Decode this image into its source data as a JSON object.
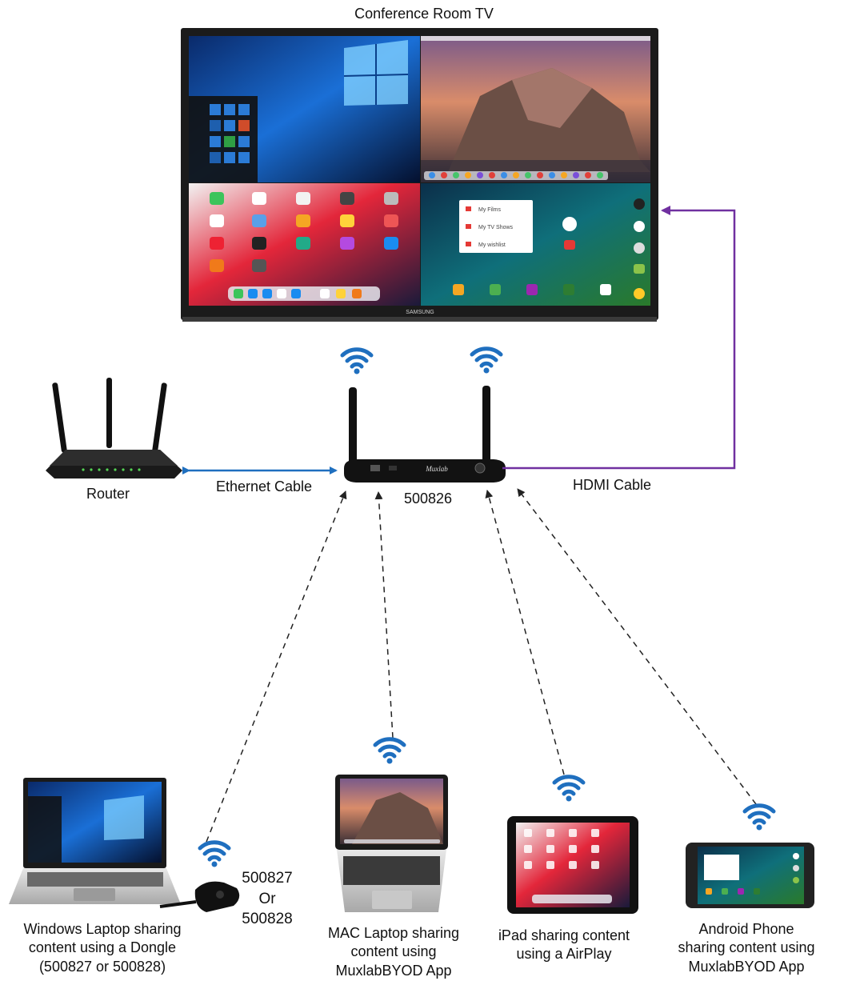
{
  "tv": {
    "title": "Conference Room TV",
    "brand": "SAMSUNG"
  },
  "android_menu": [
    "My Films",
    "My TV Shows",
    "My wishlist"
  ],
  "devices": {
    "router": "Router",
    "ethernet": "Ethernet Cable",
    "receiver_model": "500826",
    "receiver_brand": "Muxlab",
    "hdmi": "HDMI Cable",
    "dongle_models": [
      "500827",
      "Or",
      "500828"
    ]
  },
  "captions": {
    "windows": [
      "Windows Laptop sharing",
      "content using a Dongle",
      "(500827 or 500828)"
    ],
    "mac": [
      "MAC Laptop sharing",
      "content using",
      "MuxlabBYOD App"
    ],
    "ipad": [
      "iPad sharing content",
      "using a AirPlay"
    ],
    "android": [
      "Android Phone",
      "sharing content using",
      "MuxlabBYOD App"
    ]
  },
  "colors": {
    "ethernet": "#1f6fbf",
    "hdmi": "#7030a0",
    "wifi": "#1f6fbf",
    "wireless_link": "#222222"
  }
}
